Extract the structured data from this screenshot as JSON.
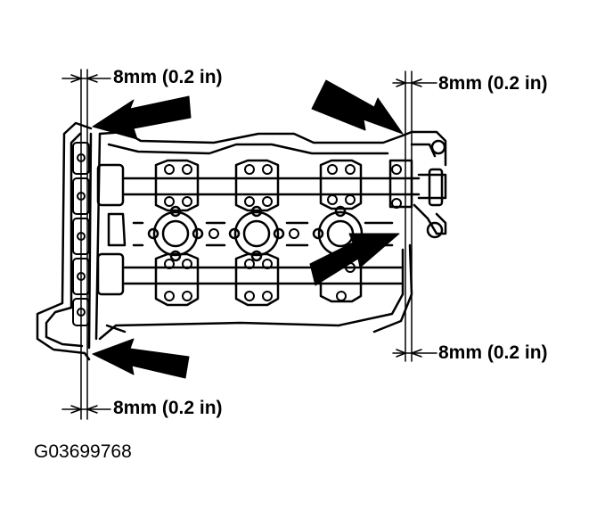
{
  "labels": {
    "top_left": "8mm (0.2 in)",
    "top_right": "8mm (0.2 in)",
    "bottom_right": "8mm (0.2 in)",
    "bottom_left": "8mm (0.2 in)"
  },
  "figure_id": "G03699768",
  "colors": {
    "ink": "#000000",
    "paper": "#ffffff"
  }
}
